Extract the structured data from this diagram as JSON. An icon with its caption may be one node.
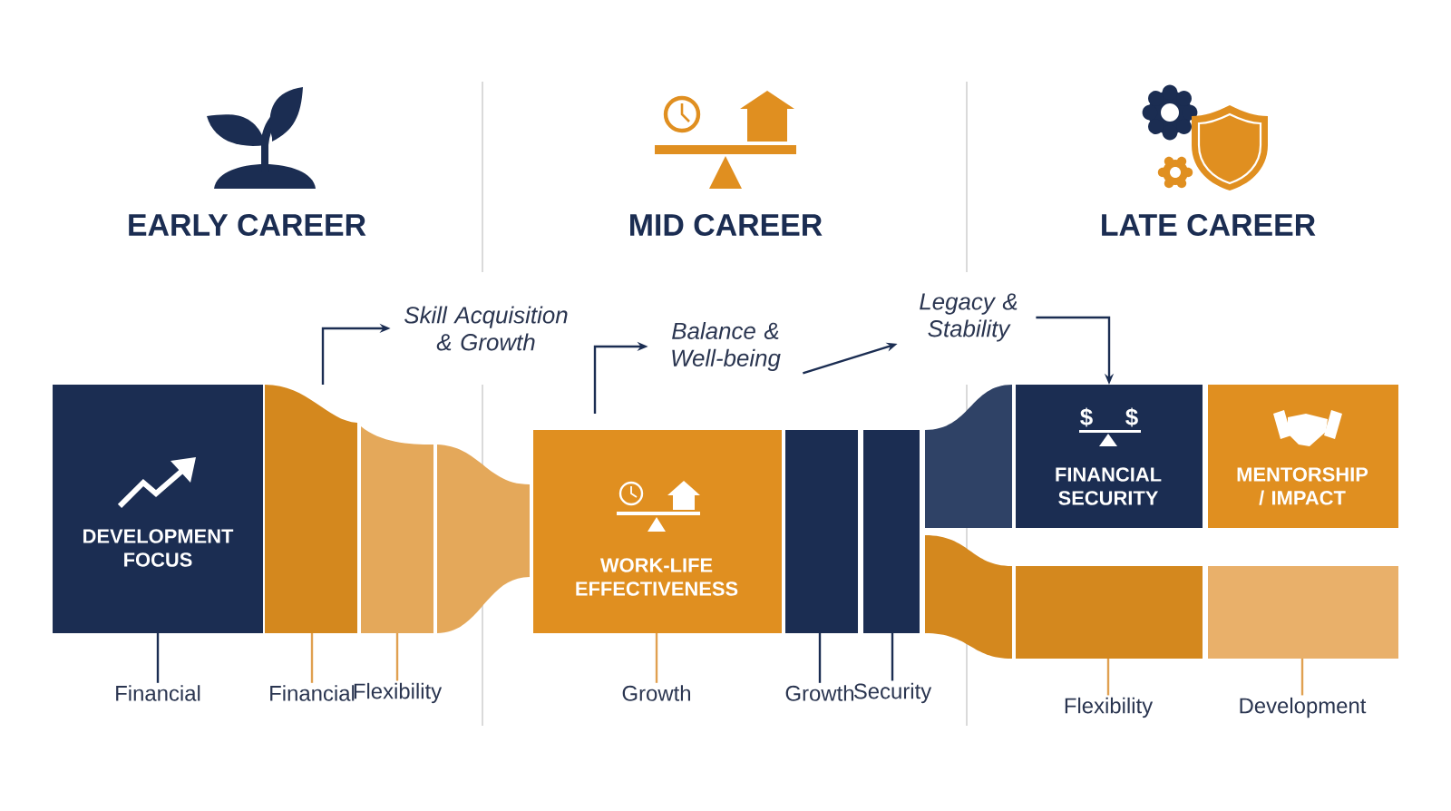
{
  "diagram": {
    "nodes": [
      {
        "text": [
          "DEVELOPMENT FOCUS"
        ]
      },
      {
        "text": [],
        "shape": "bar"
      },
      {
        "text": [],
        "shape": "bar"
      },
      {
        "text": [],
        "shape": "bar"
      },
      {
        "text": [
          "WORK-LIFE EFFECTIVENESS"
        ]
      },
      {
        "text": [],
        "shape": "bar"
      },
      {
        "text": [],
        "shape": "bar"
      },
      {
        "text": [],
        "shape": "bar"
      },
      {
        "text": [],
        "shape": "bar"
      },
      {
        "text": [
          "$",
          "$",
          "FINANCIAL SECURITY"
        ]
      },
      {
        "text": [
          "MENTORSHIP / IMPACT"
        ]
      },
      {
        "text": [],
        "shape": "bar"
      },
      {
        "text": [],
        "shape": "bar"
      },
      {
        "text": [
          "Skill Acquisition & Growth"
        ]
      },
      {
        "text": [
          "Balance & Well-being"
        ]
      },
      {
        "text": [
          "Legacy & Stability"
        ]
      },
      {
        "text": [
          "Financial"
        ]
      },
      {
        "text": [
          "Financial"
        ]
      },
      {
        "text": [
          "Flexibility"
        ]
      },
      {
        "text": [
          "Growth"
        ]
      },
      {
        "text": [
          "Growth"
        ]
      },
      {
        "text": [
          "Security"
        ]
      },
      {
        "text": [
          "Flexibility"
        ]
      },
      {
        "text": [
          "Development"
        ]
      }
    ],
    "edges": [
      {
        "from": 16,
        "to": 0,
        "arrow": "none"
      },
      {
        "from": 17,
        "to": 1,
        "arrow": "none",
        "color": "#e0a050"
      },
      {
        "from": 18,
        "to": 2,
        "arrow": "none",
        "color": "#e0a050"
      },
      {
        "from": 19,
        "to": 4,
        "arrow": "none",
        "color": "#e0a050"
      },
      {
        "from": 20,
        "to": 5,
        "arrow": "none"
      },
      {
        "from": 21,
        "to": 6,
        "arrow": "none"
      },
      {
        "from": 22,
        "to": 11,
        "arrow": "none",
        "color": "#e0a050"
      },
      {
        "from": 23,
        "to": 12,
        "arrow": "none",
        "color": "#e0a050"
      },
      {
        "from": 1,
        "to": 13,
        "arrow": "to"
      },
      {
        "from": 4,
        "to": 14,
        "arrow": "to"
      },
      {
        "from": 14,
        "to": 15,
        "arrow": "to"
      },
      {
        "from": 15,
        "to": 9,
        "arrow": "to"
      }
    ],
    "labels": [
      "EARLY CAREER",
      "MID CAREER",
      "LATE CAREER"
    ]
  }
}
